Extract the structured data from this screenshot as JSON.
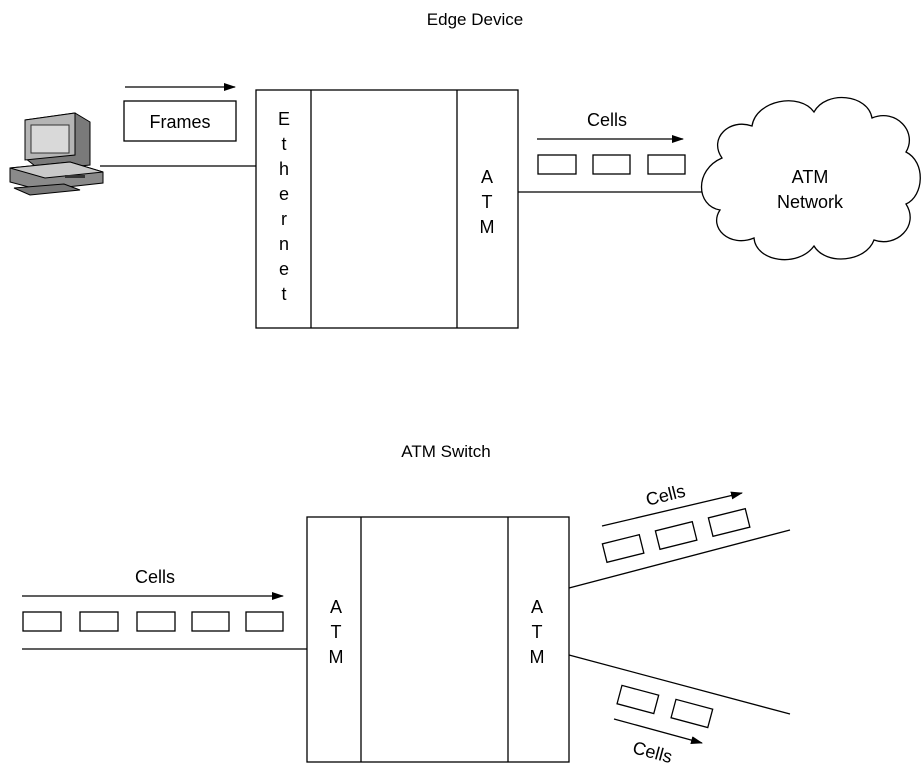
{
  "edge": {
    "title": "Edge Device",
    "frames_label": "Frames",
    "ethernet_letters": [
      "E",
      "t",
      "h",
      "e",
      "r",
      "n",
      "e",
      "t"
    ],
    "atm_letters": [
      "A",
      "T",
      "M"
    ],
    "cells_label": "Cells",
    "cloud_line1": "ATM",
    "cloud_line2": "Network"
  },
  "switch": {
    "title": "ATM Switch",
    "in_cells_label": "Cells",
    "left_atm_letters": [
      "A",
      "T",
      "M"
    ],
    "right_atm_letters": [
      "A",
      "T",
      "M"
    ],
    "upper_cells_label": "Cells",
    "lower_cells_label": "Cells"
  },
  "colors": {
    "line": "#000000",
    "monitor_body": "#b5b5b5",
    "screen": "#d9d9d9",
    "dark": "#595959"
  },
  "icons": [
    "pc-icon",
    "cloud-icon"
  ]
}
